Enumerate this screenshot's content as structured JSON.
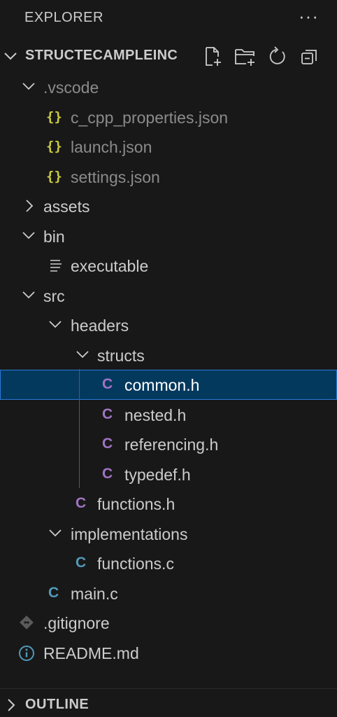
{
  "explorer": {
    "title": "EXPLORER",
    "more_label": "···"
  },
  "project": {
    "name": "STRUCTECAMPLEINC",
    "actions": [
      "new-file-icon",
      "new-folder-icon",
      "refresh-icon",
      "collapse-all-icon"
    ]
  },
  "tree": [
    {
      "label": ".vscode",
      "type": "folder",
      "expanded": true,
      "muted": true
    },
    {
      "label": "c_cpp_properties.json",
      "type": "json",
      "muted": true
    },
    {
      "label": "launch.json",
      "type": "json",
      "muted": true
    },
    {
      "label": "settings.json",
      "type": "json",
      "muted": true
    },
    {
      "label": "assets",
      "type": "folder",
      "expanded": false
    },
    {
      "label": "bin",
      "type": "folder",
      "expanded": true
    },
    {
      "label": "executable",
      "type": "text"
    },
    {
      "label": "src",
      "type": "folder",
      "expanded": true
    },
    {
      "label": "headers",
      "type": "folder",
      "expanded": true
    },
    {
      "label": "structs",
      "type": "folder",
      "expanded": true
    },
    {
      "label": "common.h",
      "type": "h",
      "selected": true
    },
    {
      "label": "nested.h",
      "type": "h"
    },
    {
      "label": "referencing.h",
      "type": "h"
    },
    {
      "label": "typedef.h",
      "type": "h"
    },
    {
      "label": "functions.h",
      "type": "h"
    },
    {
      "label": "implementations",
      "type": "folder",
      "expanded": true
    },
    {
      "label": "functions.c",
      "type": "c"
    },
    {
      "label": "main.c",
      "type": "c"
    },
    {
      "label": ".gitignore",
      "type": "git"
    },
    {
      "label": "README.md",
      "type": "info"
    }
  ],
  "icons": {
    "json_glyph": "{}",
    "c_glyph": "C"
  },
  "outline": {
    "title": "OUTLINE"
  },
  "colors": {
    "background": "#181818",
    "selection": "#04395e",
    "selection_border": "#2b79d8",
    "json_icon": "#cbcb41",
    "h_icon": "#a074c4",
    "c_icon": "#519aba"
  }
}
